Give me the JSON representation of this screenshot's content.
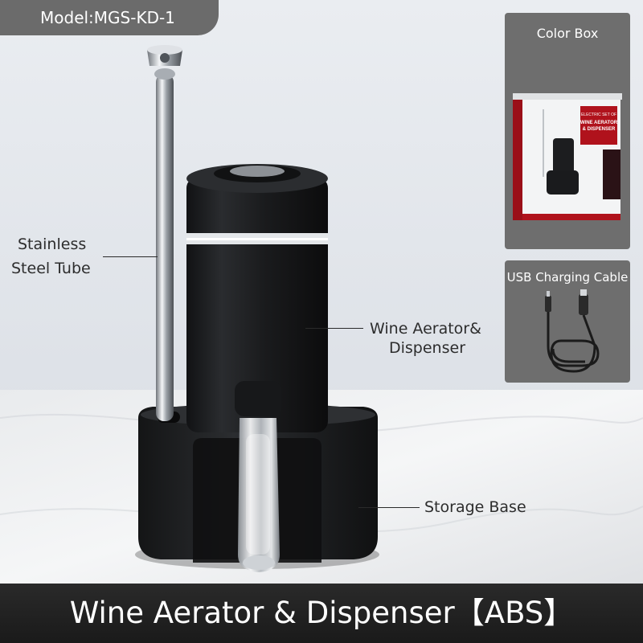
{
  "model_tag": "Model:MGS-KD-1",
  "color_box": {
    "title": "Color Box",
    "box_heading_line1": "ELECTRIC SET OF",
    "box_heading_line2": "WINE AERATOR",
    "box_heading_line3": "& DISPENSER"
  },
  "usb_cable": {
    "title": "USB Charging Cable"
  },
  "labels": {
    "steel_tube_line1": "Stainless",
    "steel_tube_line2": "Steel Tube",
    "aerator_line1": "Wine Aerator&",
    "aerator_line2": "Dispenser",
    "storage_base": "Storage Base"
  },
  "footer_title": "Wine Aerator & Dispenser【ABS】",
  "colors": {
    "tag_bg": "#6b6b6b",
    "panel_bg": "#6e6e6e",
    "footer_bg": "#1f1f1f",
    "box_red": "#b0121c",
    "device_black": "#1e1f21"
  }
}
